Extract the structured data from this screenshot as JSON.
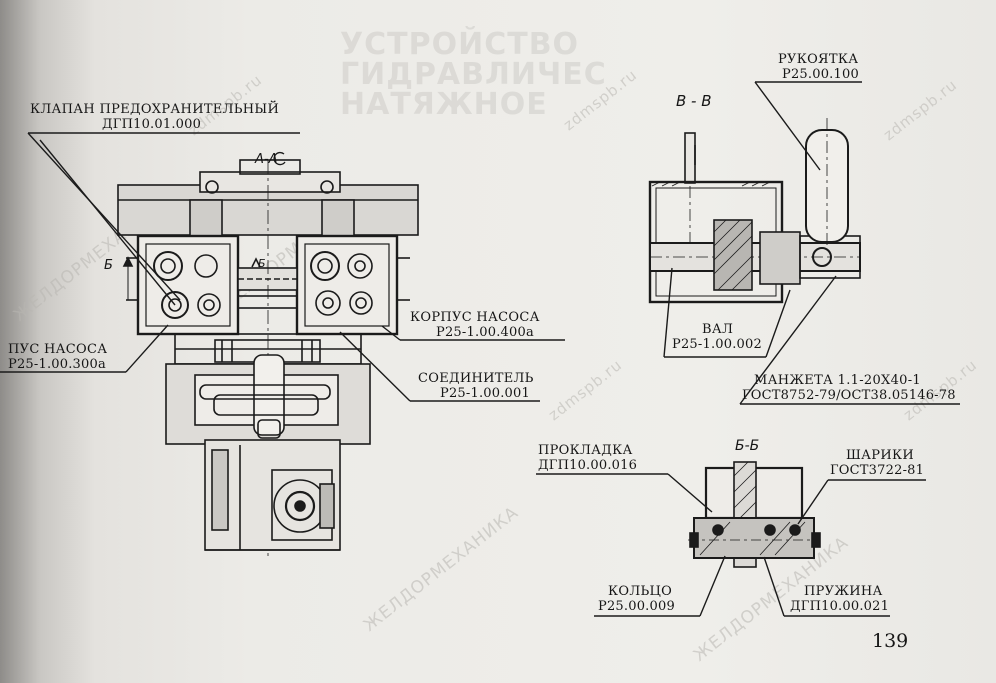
{
  "page_number": "139",
  "watermarks": {
    "brand_cyrillic": "ЖЕЛДОРМЕХАНИКА",
    "domain": "zdmspb.ru"
  },
  "bleed_title": [
    "УСТРОЙСТВО",
    "ГИДРАВЛИЧЕС",
    "НАТЯЖНОЕ"
  ],
  "sections": {
    "aa": "А-А",
    "bb": "В - В",
    "bb2": "Б-Б",
    "b_arrow": "Б",
    "b_arrow2": "Б"
  },
  "labels": {
    "valve": {
      "name": "КЛАПАН ПРЕДОХРАНИТЕЛЬНЫЙ",
      "code": "ДГП10.01.000"
    },
    "pump_left": {
      "name": "ПУС НАСОСА",
      "code": "Р25-1.00.300а"
    },
    "pump_right": {
      "name": "КОРПУС НАСОСА",
      "code": "Р25-1.00.400а"
    },
    "connector": {
      "name": "СОЕДИНИТЕЛЬ",
      "code": "Р25-1.00.001"
    },
    "handle": {
      "name": "РУКОЯТКА",
      "code": "Р25.00.100"
    },
    "shaft": {
      "name": "ВАЛ",
      "code": "Р25-1.00.002"
    },
    "cuff": {
      "name": "МАНЖЕТА 1.1-20Х40-1",
      "code": "ГОСТ8752-79/ОСТ38.05146-78"
    },
    "gasket": {
      "name": "ПРОКЛАДКА",
      "code": "ДГП10.00.016"
    },
    "balls": {
      "name": "ШАРИКИ",
      "code": "ГОСТ3722-81"
    },
    "ring": {
      "name": "КОЛЬЦО",
      "code": "Р25.00.009"
    },
    "spring": {
      "name": "ПРУЖИНА",
      "code": "ДГП10.00.021"
    }
  }
}
